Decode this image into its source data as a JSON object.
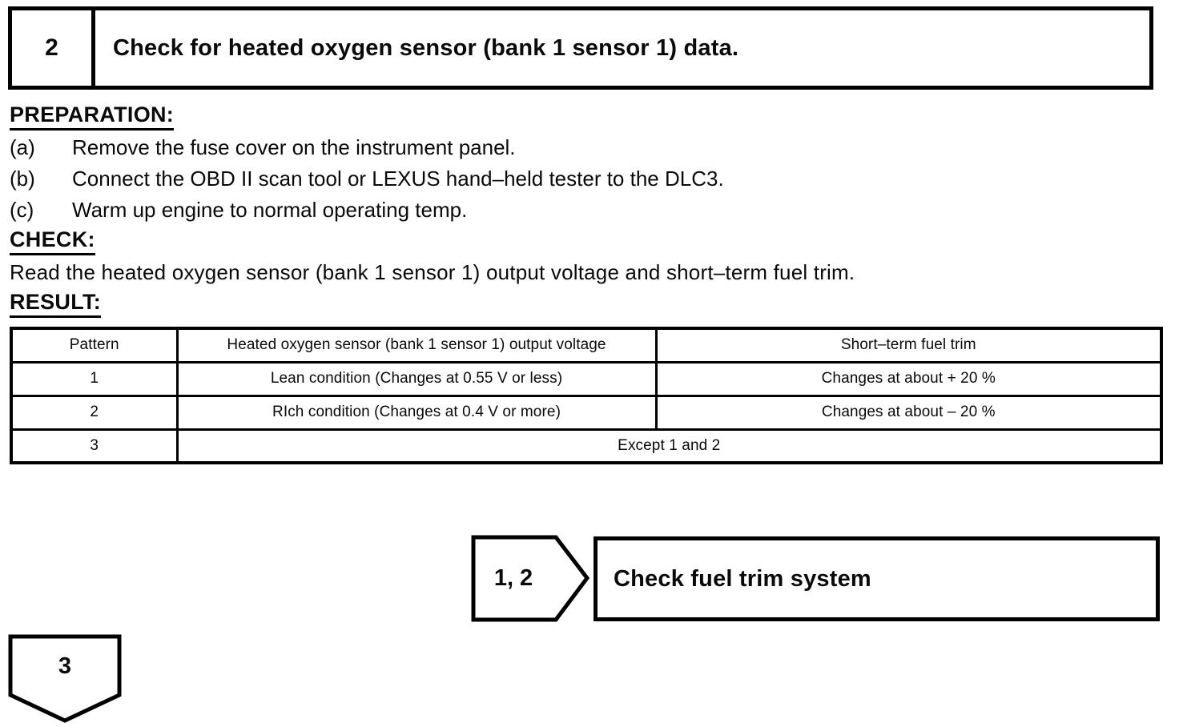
{
  "step": {
    "number": "2",
    "title": "Check for heated oxygen sensor (bank 1 sensor 1) data."
  },
  "preparation": {
    "heading": "PREPARATION:",
    "items": [
      {
        "label": "(a)",
        "text": "Remove the fuse cover on the instrument panel."
      },
      {
        "label": "(b)",
        "text": "Connect the OBD II scan tool or LEXUS hand–held tester to the DLC3."
      },
      {
        "label": "(c)",
        "text": "Warm up engine to normal operating temp."
      }
    ]
  },
  "check": {
    "heading": "CHECK:",
    "text": "Read the heated oxygen sensor (bank 1 sensor 1) output voltage and short–term fuel trim."
  },
  "result": {
    "heading": "RESULT:",
    "table": {
      "headers": {
        "pattern": "Pattern",
        "voltage": "Heated oxygen sensor (bank 1 sensor 1) output voltage",
        "fuel_trim": "Short–term fuel trim"
      },
      "rows": [
        {
          "pattern": "1",
          "voltage": "Lean condition (Changes at 0.55 V or less)",
          "fuel_trim": "Changes at about + 20 %"
        },
        {
          "pattern": "2",
          "voltage": "RIch condition (Changes at 0.4 V or more)",
          "fuel_trim": "Changes at about – 20 %"
        },
        {
          "pattern": "3",
          "span": "Except 1 and 2"
        }
      ]
    }
  },
  "flowchart": {
    "branch_1_2": {
      "label": "1, 2",
      "action": "Check fuel trim system"
    },
    "branch_3": {
      "label": "3"
    }
  },
  "colors": {
    "ink": "#0a0a0a",
    "paper": "#ffffff"
  }
}
